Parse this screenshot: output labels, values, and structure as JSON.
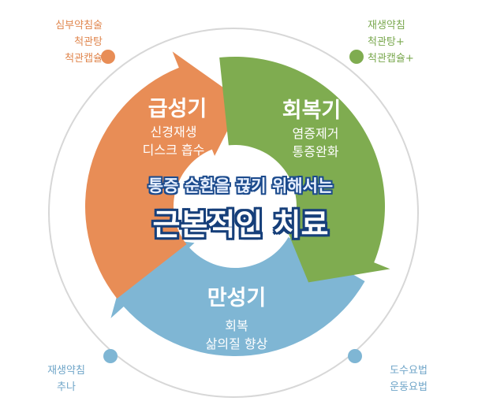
{
  "colors": {
    "acute": "#e88d56",
    "recovery": "#7fac50",
    "chronic": "#7fb6d4",
    "ring": "#d7d7d7",
    "banner_outline": "#163f7a"
  },
  "phases": {
    "acute": {
      "title": "급성기",
      "lines": [
        "신경재생",
        "디스크 흡수"
      ]
    },
    "recovery": {
      "title": "회복기",
      "lines": [
        "염증제거",
        "통증완화"
      ]
    },
    "chronic": {
      "title": "만성기",
      "lines": [
        "회복",
        "삶의질 향상"
      ]
    }
  },
  "corners": {
    "top_left": [
      "심부약침술",
      "척관탕",
      "척관캡슐"
    ],
    "top_right": [
      "재생약침",
      "척관탕+",
      "척관캡슐+"
    ],
    "bottom_left": [
      "재생약침",
      "추나"
    ],
    "bottom_right": [
      "도수요법",
      "운동요법"
    ]
  },
  "banner": {
    "line1": "통증 순환을 끊기 위해서는",
    "line2": "근본적인 치료"
  }
}
